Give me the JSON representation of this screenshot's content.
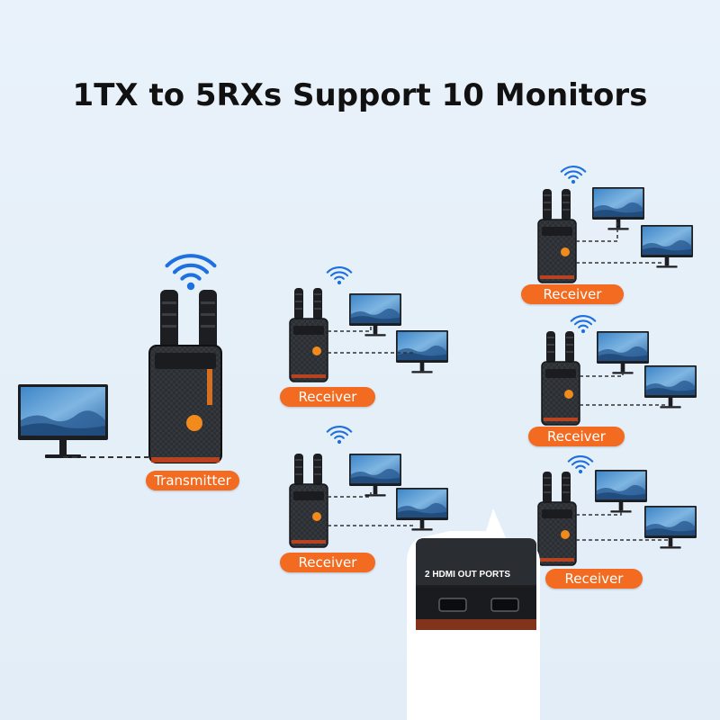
{
  "title": "1TX to 5RXs Support 10 Monitors",
  "transmitter": {
    "label": "Transmitter"
  },
  "receivers": [
    {
      "label": "Receiver"
    },
    {
      "label": "Receiver"
    },
    {
      "label": "Receiver"
    },
    {
      "label": "Receiver"
    },
    {
      "label": "Receiver"
    }
  ],
  "inset": {
    "label": "2 HDMI OUT PORTS"
  },
  "colors": {
    "accent": "#f26b21",
    "wifi": "#1e6fe0",
    "device": "#2a2d31",
    "background": "#e6f0f8"
  }
}
